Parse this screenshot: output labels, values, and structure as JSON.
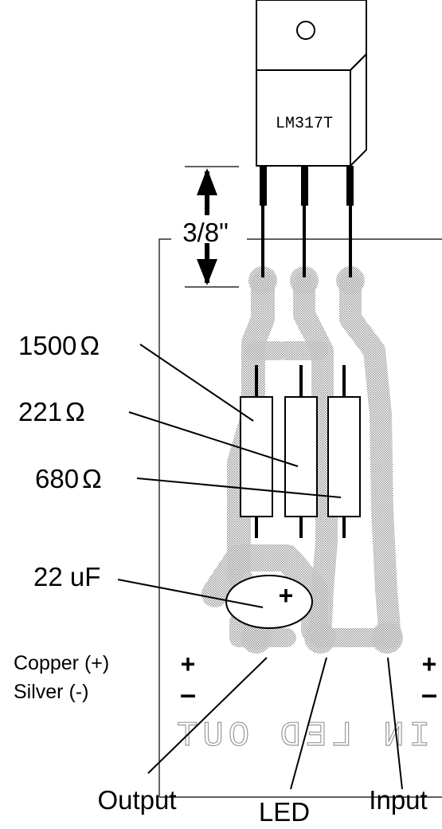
{
  "regulator": {
    "part_label": "LM317T"
  },
  "dimension": {
    "label": "3/8\""
  },
  "components": {
    "r1_label": "1500",
    "r2_label": "221",
    "r3_label": "680",
    "ohm_symbol": "Ω",
    "cap_label": "22 uF",
    "cap_polarity": "+"
  },
  "legend": {
    "copper_label": "Copper (+)",
    "silver_label": "Silver (-)",
    "plus": "+",
    "minus": "–"
  },
  "pads": {
    "output_label": "Output",
    "led_label": "LED",
    "input_label": "Input"
  },
  "board_etch": {
    "text": "IN LED OUT"
  }
}
